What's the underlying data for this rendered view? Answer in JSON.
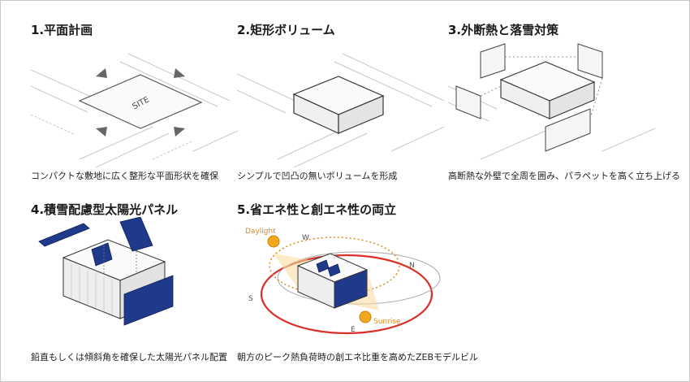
{
  "panels": [
    {
      "title": "1.平面計画",
      "caption": "コンパクトな敷地に広く整形な平面形状を確保",
      "figure_label": "SITE"
    },
    {
      "title": "2.矩形ボリューム",
      "caption": "シンプルで凹凸の無いボリュームを形成"
    },
    {
      "title": "3.外断熱と落雪対策",
      "caption": "高断熱な外壁で全周を囲み、パラペットを高く立ち上げる"
    },
    {
      "title": "4.積雪配慮型太陽光パネル",
      "caption": "鉛直もしくは傾斜角を確保した太陽光パネル配置"
    },
    {
      "title": "5.省エネ性と創エネ性の両立",
      "caption": "朝方のピーク熱負荷時の創エネ比重を高めたZEBモデルビル",
      "labels": {
        "daylight": "Daylight",
        "sunrise": "Sunrise",
        "north": "N",
        "south": "S",
        "east": "E",
        "west": "W"
      }
    }
  ],
  "colors": {
    "sun": "#f2a81d",
    "orbit_red": "#d9302a",
    "orbit_dotted": "#e08a1a",
    "panel_blue": "#1f3a8a",
    "line": "#666666",
    "ground": "#cfcfcf"
  }
}
